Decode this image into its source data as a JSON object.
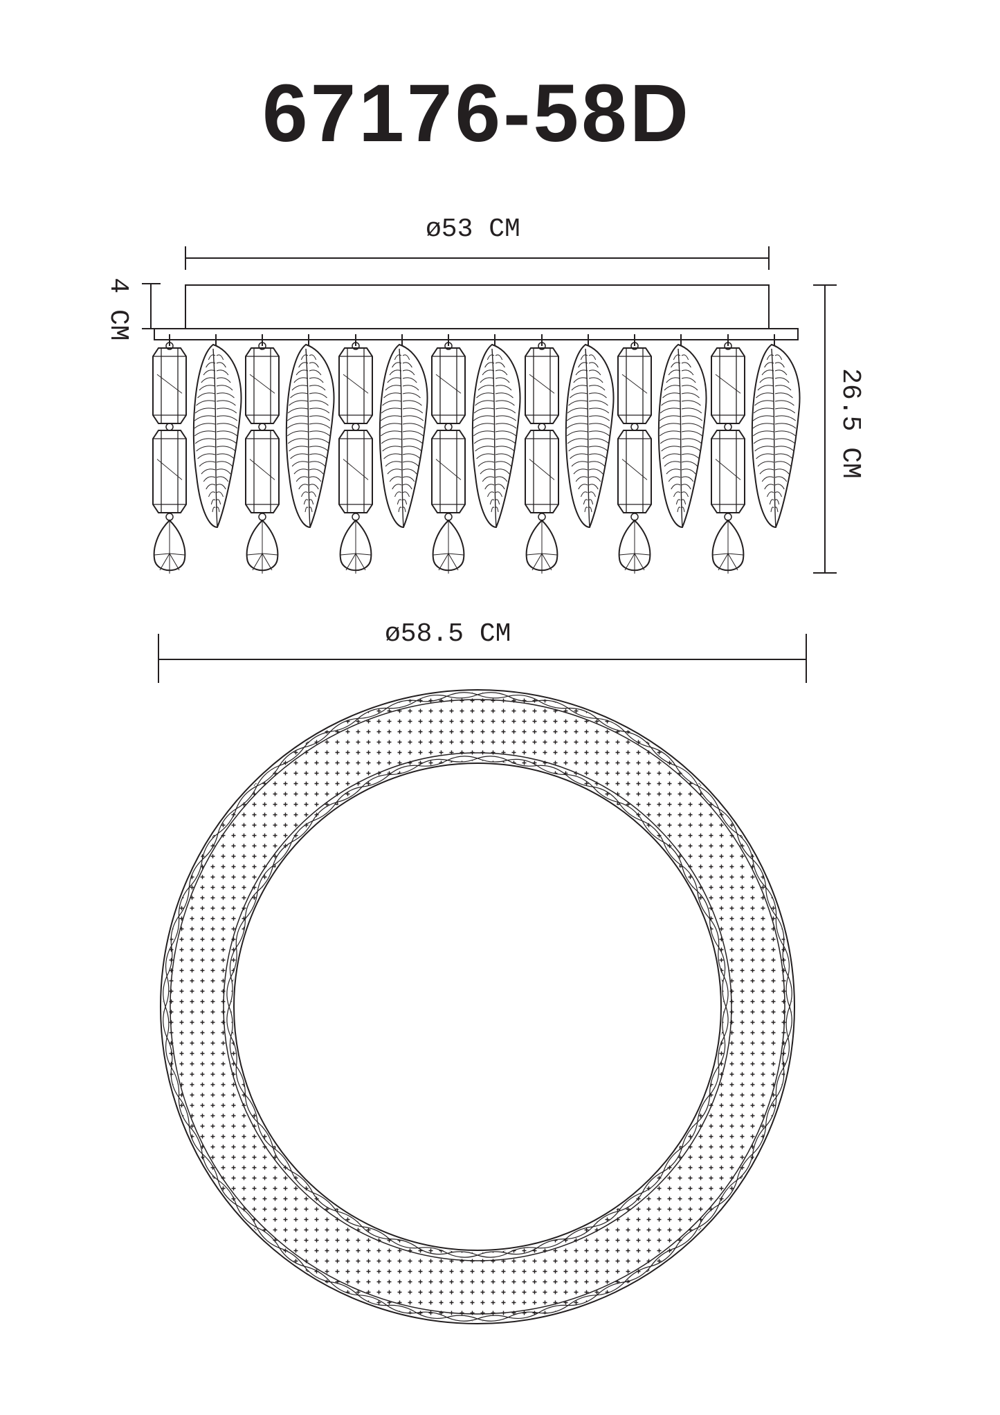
{
  "title": "67176-58D",
  "dimensions": {
    "top_diameter": "ø53 CM",
    "base_diameter": "ø58.5 CM",
    "height": "26.5 CM",
    "canopy_height": "4 CM"
  },
  "colors": {
    "ink": "#231f20",
    "background": "#ffffff"
  },
  "elements": {
    "side_view": "crystal-and-feather-pendants",
    "top_view": "crystal-ring-with-star-pattern"
  }
}
